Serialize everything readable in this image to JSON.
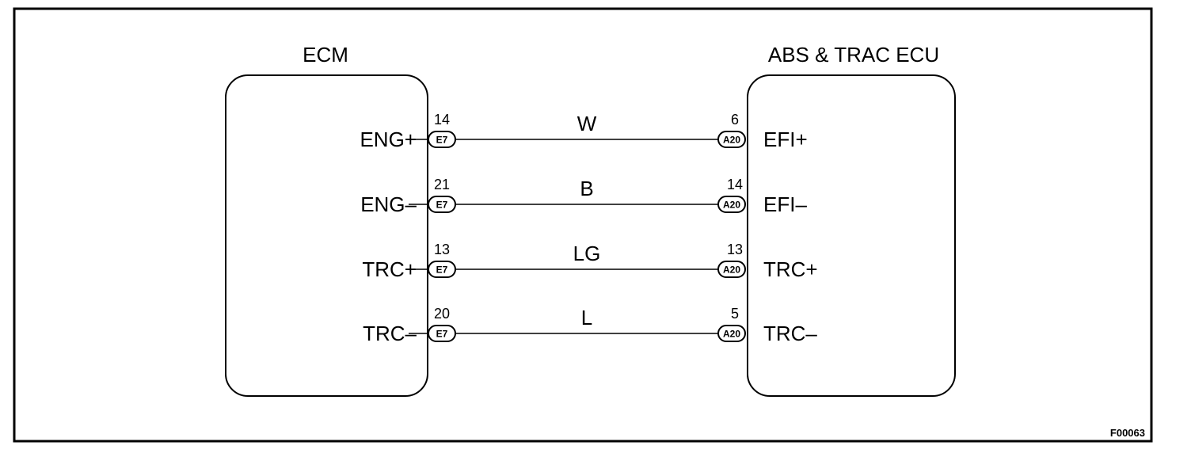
{
  "figure_id": "F00063",
  "ecm": {
    "title": "ECM"
  },
  "ecu": {
    "title": "ABS & TRAC ECU"
  },
  "circuits": [
    {
      "ecm_terminal": "ENG+",
      "ecm_pin": "14",
      "ecm_connector": "E7",
      "wire_color": "W",
      "ecu_pin": "6",
      "ecu_connector": "A20",
      "ecu_terminal": "EFI+"
    },
    {
      "ecm_terminal": "ENG–",
      "ecm_pin": "21",
      "ecm_connector": "E7",
      "wire_color": "B",
      "ecu_pin": "14",
      "ecu_connector": "A20",
      "ecu_terminal": "EFI–"
    },
    {
      "ecm_terminal": "TRC+",
      "ecm_pin": "13",
      "ecm_connector": "E7",
      "wire_color": "LG",
      "ecu_pin": "13",
      "ecu_connector": "A20",
      "ecu_terminal": "TRC+"
    },
    {
      "ecm_terminal": "TRC–",
      "ecm_pin": "20",
      "ecm_connector": "E7",
      "wire_color": "L",
      "ecu_pin": "5",
      "ecu_connector": "A20",
      "ecu_terminal": "TRC–"
    }
  ]
}
